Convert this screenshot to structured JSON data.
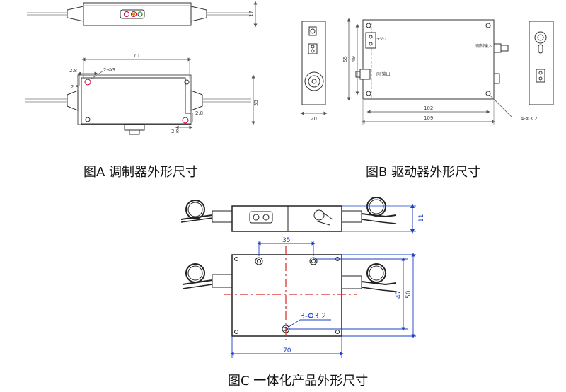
{
  "captions": {
    "a": "图A 调制器外形尺寸",
    "b": "图B 驱动器外形尺寸",
    "c": "图C 一体化产品外形尺寸"
  },
  "figure_a": {
    "dim_height_side": "17",
    "dim_length": "70",
    "dim_hole_offset_top": "2.8",
    "dim_hole_offset_left": "2.8",
    "hole_callout": "2-Φ3",
    "dim_width": "35",
    "dim_hole_offset_right": "2.8",
    "dim_hole_offset_bottom": "2.8"
  },
  "figure_b": {
    "dim_side_width": "20",
    "dim_height_outer": "55",
    "dim_height_inner": "49",
    "label_vcc": "+Vcc",
    "label_rf_out": "RF输出",
    "label_mod_in": "调制输入",
    "dim_hole_spacing": "102",
    "dim_length": "109",
    "hole_callout": "4-Φ3.2"
  },
  "figure_c": {
    "dim_height_side": "11",
    "dim_hole_spacing": "35",
    "dim_height_inner": "47",
    "dim_height_outer": "50",
    "hole_callout": "3-Φ3.2",
    "dim_length": "70"
  },
  "colors": {
    "line": "#222222",
    "dimension_blue": "#1a3fc4",
    "centerline_red": "#e02020"
  }
}
